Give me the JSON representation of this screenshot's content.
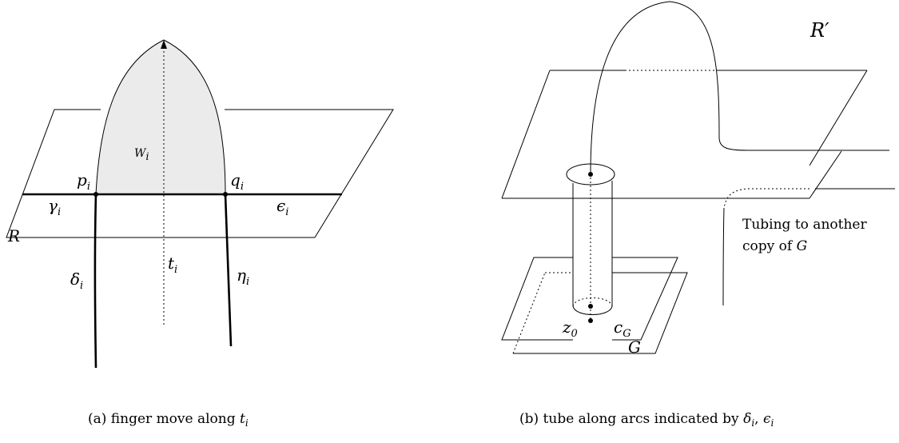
{
  "figure_a": {
    "labels": {
      "W": "W",
      "W_sub": "i",
      "p": "p",
      "p_sub": "i",
      "q": "q",
      "q_sub": "i",
      "gamma": "γ",
      "gamma_sub": "i",
      "epsilon": "ϵ",
      "epsilon_sub": "i",
      "R": "R",
      "delta": "δ",
      "delta_sub": "i",
      "t": "t",
      "t_sub": "i",
      "eta": "η",
      "eta_sub": "i"
    },
    "caption": {
      "prefix": "(a) finger move along ",
      "var": "t",
      "var_sub": "i"
    }
  },
  "figure_b": {
    "labels": {
      "R_prime": "R′",
      "tubing_line1": "Tubing to another",
      "tubing_line2": "copy of ",
      "tubing_G": "G",
      "z": "z",
      "z_sub": "0",
      "c": "c",
      "c_sub": "G",
      "G": "G"
    },
    "caption": {
      "prefix": "(b) tube along arcs indicated by ",
      "v1": "δ",
      "v1_sub": "i",
      "sep": ", ",
      "v2": "ϵ",
      "v2_sub": "i"
    }
  }
}
